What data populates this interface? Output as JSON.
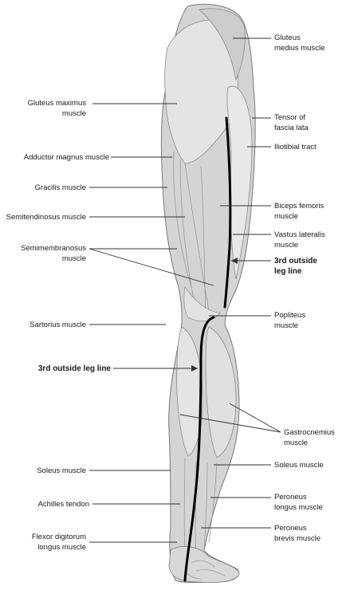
{
  "figure": {
    "labels_left": {
      "gluteus_maximus": "Gluteus maximus\nmuscle",
      "adductor_magnus": "Adductor magnus muscle",
      "gracilis": "Gracilis muscle",
      "semitendinosus": "Semitendinosus muscle",
      "semimembranosus": "Semimembranosus\nmuscle",
      "sartorius": "Sartorius muscle",
      "third_outside_leg_line": "3rd outside leg line",
      "soleus": "Soleus muscle",
      "achilles_tendon": "Achilles tendon",
      "flexor_digitorum_longus": "Flexor digitorum\nlongus muscle"
    },
    "labels_right": {
      "gluteus_medius": "Gluteus\nmedius muscle",
      "tensor_fascia_lata": "Tensor of\nfascia lata",
      "iliotibial_tract": "Iliotibial tract",
      "biceps_femoris": "Biceps femoris\nmuscle",
      "vastus_lateralis": "Vastus lateralis\nmuscle",
      "third_outside_leg_line": "3rd outside\nleg line",
      "popliteus": "Popliteus\nmuscle",
      "gastrocnemius": "Gastrocnemius\nmuscle",
      "soleus": "Soleus muscle",
      "peroneus_longus": "Peroneus\nlongus muscle",
      "peroneus_brevis": "Peroneus\nbrevis muscle"
    },
    "colors": {
      "leg_fill": "#d4d4d4",
      "leg_light": "#e6e6e6",
      "muscle_line": "#9a9a9a",
      "leader_line": "#333333",
      "meridian_line": "#000000"
    }
  }
}
